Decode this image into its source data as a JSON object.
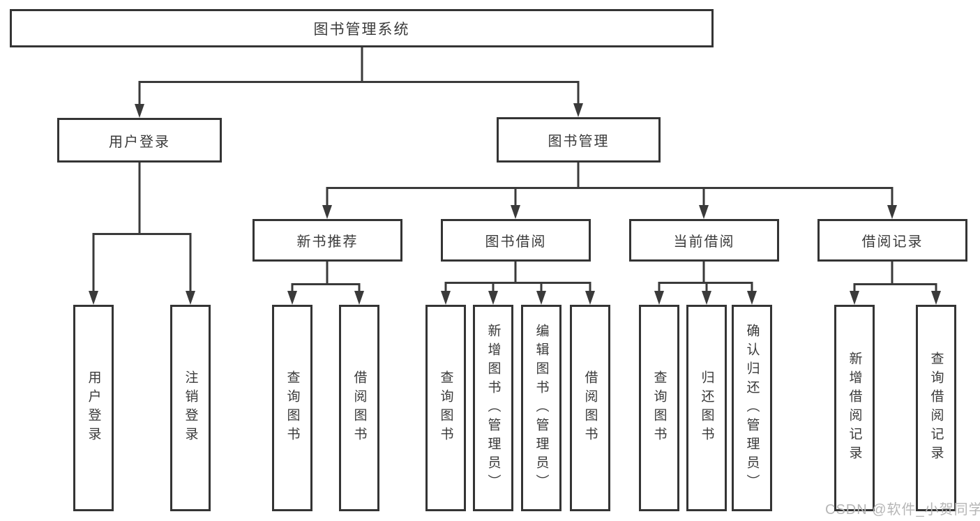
{
  "tree": {
    "root": {
      "label": "图书管理系统"
    },
    "branches": [
      {
        "label": "用户登录",
        "children": [
          {
            "label": "用户登录"
          },
          {
            "label": "注销登录"
          }
        ]
      },
      {
        "label": "图书管理",
        "children": [
          {
            "label": "新书推荐",
            "children": [
              {
                "label": "查询图书"
              },
              {
                "label": "借阅图书"
              }
            ]
          },
          {
            "label": "图书借阅",
            "children": [
              {
                "label": "查询图书"
              },
              {
                "label": "新增图书（管理员）"
              },
              {
                "label": "编辑图书（管理员）"
              },
              {
                "label": "借阅图书"
              }
            ]
          },
          {
            "label": "当前借阅",
            "children": [
              {
                "label": "查询图书"
              },
              {
                "label": "归还图书"
              },
              {
                "label": "确认归还（管理员）"
              }
            ]
          },
          {
            "label": "借阅记录",
            "children": [
              {
                "label": "新增借阅记录"
              },
              {
                "label": "查询借阅记录"
              }
            ]
          }
        ]
      }
    ]
  },
  "watermark": {
    "text": "CSDN @软件_小贺同学"
  },
  "colors": {
    "line": "#3a3a3a",
    "box_border": "#343434",
    "text": "#3a3a3a",
    "background": "#ffffff",
    "watermark": "#b6b6b6"
  }
}
